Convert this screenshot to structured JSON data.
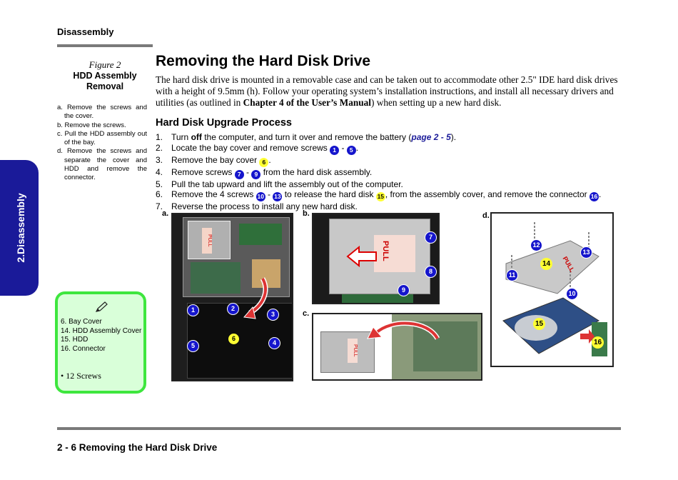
{
  "header": {
    "section": "Disassembly"
  },
  "side_tab": {
    "label": "2.Disassembly"
  },
  "figure": {
    "number": "Figure 2",
    "title_line1": "HDD Assembly",
    "title_line2": "Removal",
    "steps": [
      "a. Remove the screws and the cover.",
      "b. Remove the screws.",
      "c. Pull the HDD assembly out of the bay.",
      "d. Remove the screws and separate the cover and HDD and remove the connector."
    ]
  },
  "note": {
    "items": [
      "6.   Bay Cover",
      "14. HDD Assembly Cover",
      "15. HDD",
      "16. Connector"
    ],
    "screws": "•   12 Screws",
    "icon": "pencil-icon"
  },
  "main": {
    "title": "Removing the Hard Disk Drive",
    "intro_part1": "The hard disk drive is mounted in a removable case and can be taken out to accommodate other 2.5\" IDE hard disk drives with a height of 9.5mm (h). Follow your operating system’s installation instructions, and install all necessary drivers and utilities (as outlined in ",
    "intro_bold": "Chapter 4 of the User’s Manual",
    "intro_part2": ") when setting up a new hard disk.",
    "subheading": "Hard Disk Upgrade Process",
    "steps": {
      "s1": {
        "num": "1.",
        "a": "Turn ",
        "b": "off",
        "c": " the computer, and turn it over and remove the battery (",
        "ref": "page 2 - 5",
        "d": ")."
      },
      "s2": {
        "num": "2.",
        "a": "Locate the bay cover and remove screws ",
        "c1": "1",
        "sep": " - ",
        "c2": "5",
        "d": "."
      },
      "s3": {
        "num": "3.",
        "a": "Remove the bay cover ",
        "c1": "6",
        "d": "."
      },
      "s4": {
        "num": "4.",
        "a": "Remove screws ",
        "c1": "7",
        "sep": " - ",
        "c2": "9",
        "d": " from the hard disk assembly."
      },
      "s5": {
        "num": "5.",
        "a": "Pull the tab upward and lift the assembly out of the computer."
      },
      "s6": {
        "num": "6.",
        "a": "Remove the 4 screws ",
        "c1": "10",
        "sep": " - ",
        "c2": "13",
        "b": " to release the hard disk ",
        "c3": "15",
        "c": ", from the assembly cover, and remove the connector ",
        "c4": "16",
        "d": "."
      },
      "s7": {
        "num": "7.",
        "a": "Reverse the process to install any new hard disk."
      }
    }
  },
  "photos": {
    "a": {
      "label": "a.",
      "tab_text": "PULL",
      "marks": [
        "1",
        "2",
        "3",
        "4",
        "5",
        "6"
      ]
    },
    "b": {
      "label": "b.",
      "tab_text": "PULL",
      "marks": [
        "7",
        "8",
        "9"
      ]
    },
    "c": {
      "label": "c.",
      "tab_text": "PULL"
    },
    "d": {
      "label": "d.",
      "tab_text": "PULL",
      "marks": [
        "10",
        "11",
        "12",
        "13",
        "14",
        "15",
        "16"
      ]
    }
  },
  "footer": {
    "text": "2  -  6  Removing the Hard Disk Drive"
  },
  "colors": {
    "accent_blue": "#1a1a99",
    "note_green": "#3ee63e",
    "callout_yellow": "#ffff33",
    "rule_gray": "#7a7a7a"
  }
}
